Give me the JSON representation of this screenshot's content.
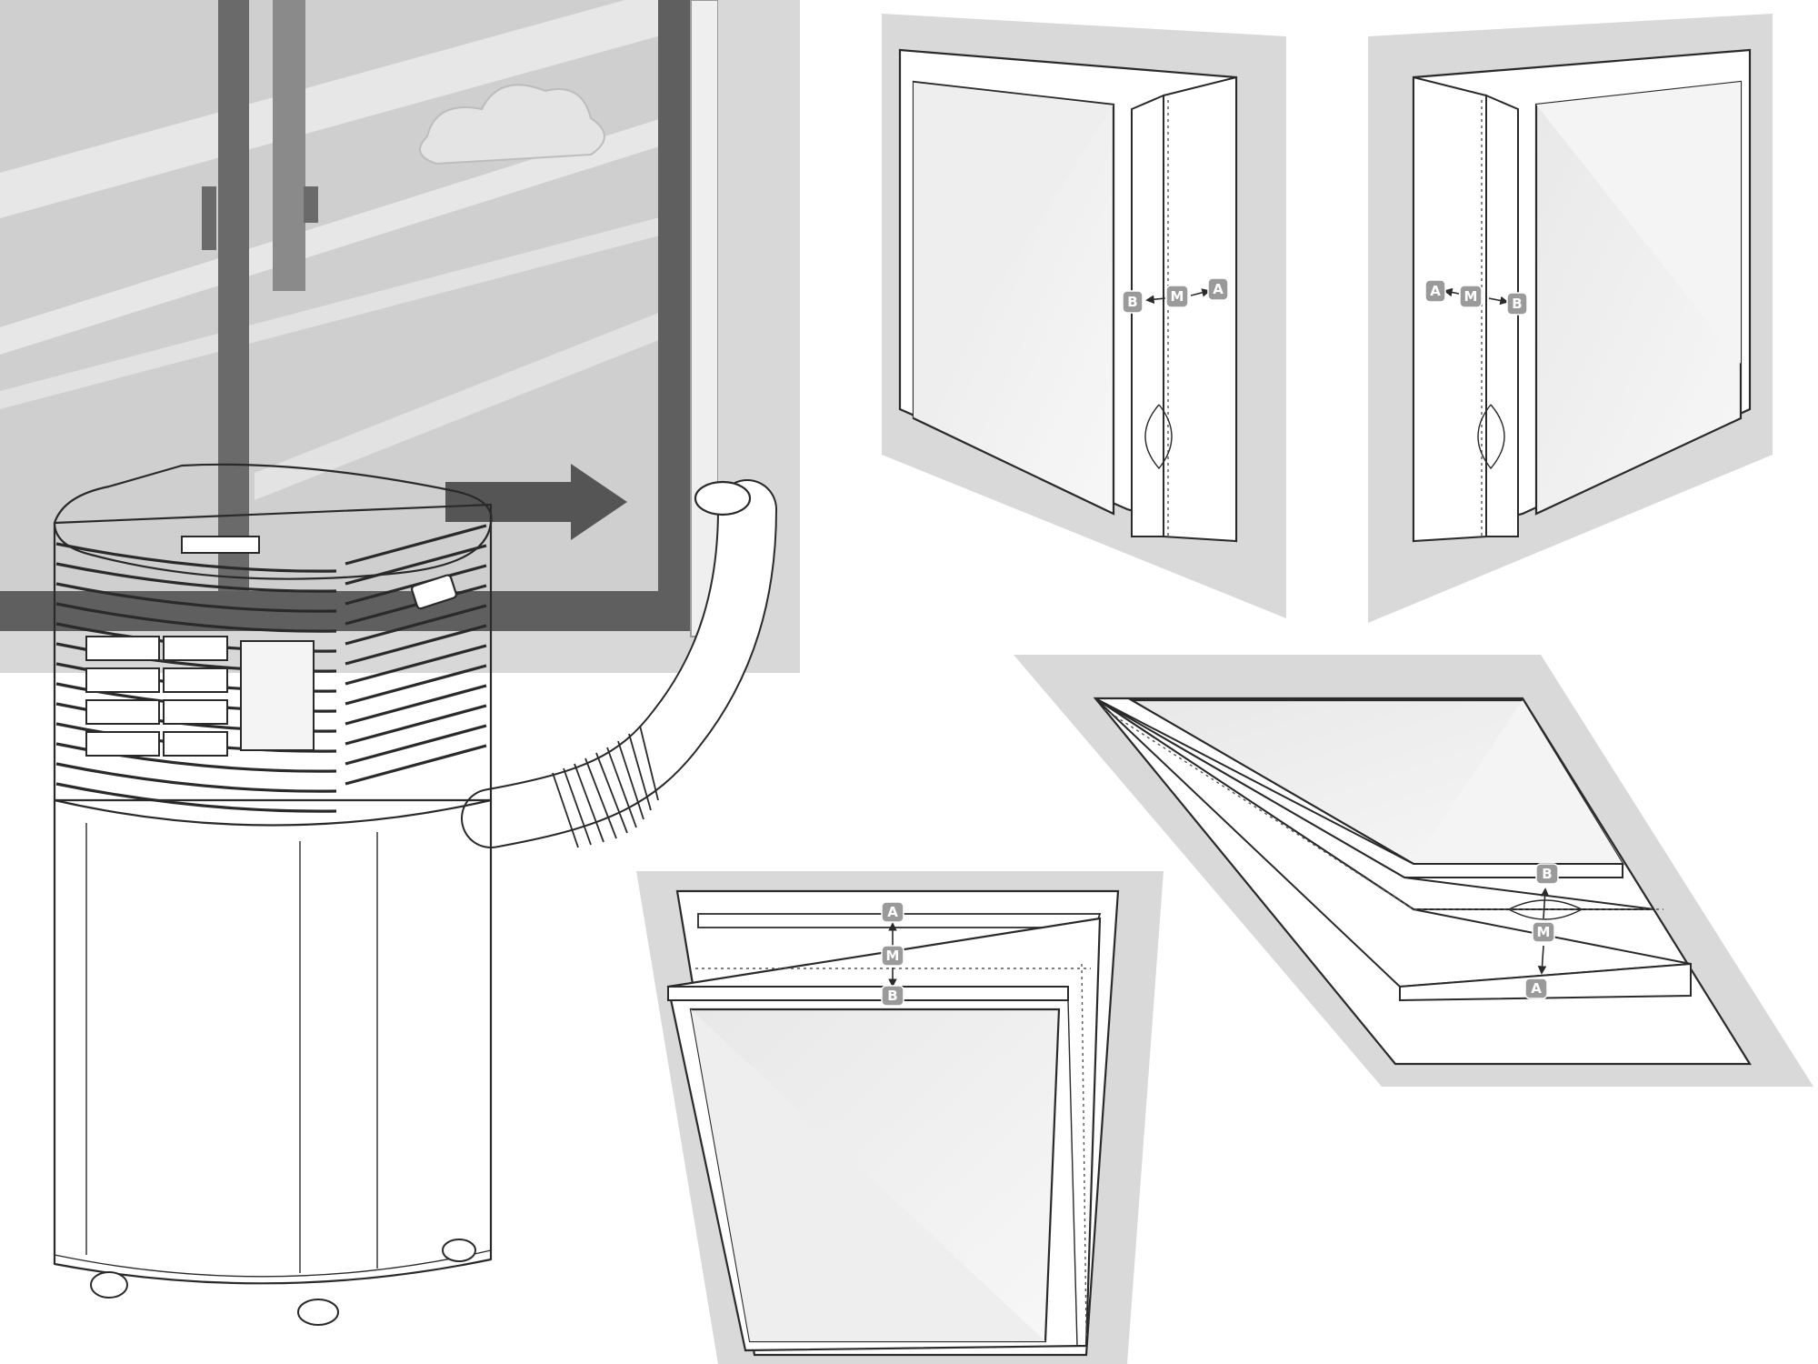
{
  "labels": {
    "a": "A",
    "b": "B",
    "m": "M"
  },
  "colors": {
    "line": "#2a2a2a",
    "panel_bg": "#d9d9d9",
    "window_frame": "#5f5f5f",
    "badge": "#9a9a9a"
  },
  "icons": [
    "air-conditioner-unit",
    "exhaust-hose",
    "direction-arrow",
    "hinged-window",
    "window-seal-zipper"
  ]
}
